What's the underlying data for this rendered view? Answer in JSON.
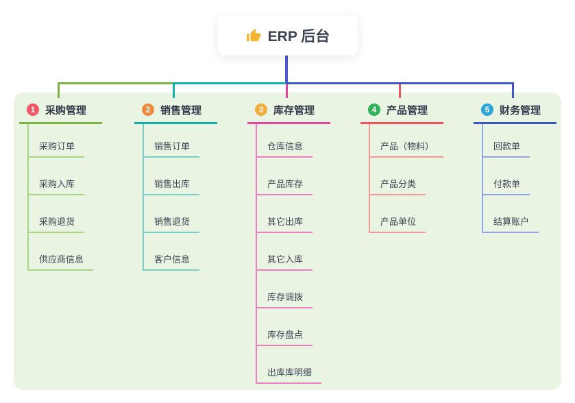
{
  "root": {
    "icon": "thumbs-up",
    "label": "ERP 后台"
  },
  "canvas": {
    "bg": "#ffffff",
    "panel_bg": "#e9f5e2"
  },
  "connectors": {
    "stem_color": "#4c57d0"
  },
  "branches": [
    {
      "badge": "1",
      "label": "采购管理",
      "color": "#7cb342",
      "light_color": "#a8d47f",
      "badge_color": "#f25767",
      "children": [
        "采购订单",
        "采购入库",
        "采购退货",
        "供应商信息"
      ]
    },
    {
      "badge": "2",
      "label": "销售管理",
      "color": "#12b2a7",
      "light_color": "#79cfc7",
      "badge_color": "#f08b3e",
      "children": [
        "销售订单",
        "销售出库",
        "销售退货",
        "客户信息"
      ]
    },
    {
      "badge": "3",
      "label": "库存管理",
      "color": "#e8449c",
      "light_color": "#f07fc1",
      "badge_color": "#f2ab3d",
      "children": [
        "仓库信息",
        "产品库存",
        "其它出库",
        "其它入库",
        "库存调拨",
        "库存盘点",
        "出库库明细"
      ]
    },
    {
      "badge": "4",
      "label": "产品管理",
      "color": "#f4515c",
      "light_color": "#f59a97",
      "badge_color": "#2fb356",
      "children": [
        "产品（物料）",
        "产品分类",
        "产品单位"
      ]
    },
    {
      "badge": "5",
      "label": "财务管理",
      "color": "#3e57c8",
      "light_color": "#93a6e2",
      "badge_color": "#2ba4da",
      "children": [
        "回款单",
        "付款单",
        "结算账户"
      ]
    }
  ]
}
